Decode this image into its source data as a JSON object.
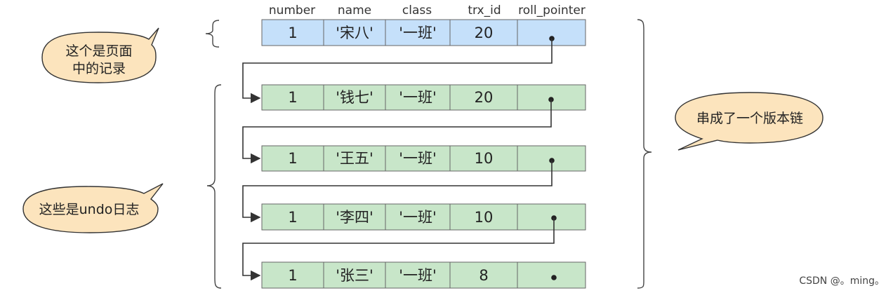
{
  "columns": [
    "number",
    "name",
    "class",
    "trx_id",
    "roll_pointer"
  ],
  "page_record": {
    "number": "1",
    "name": "'宋八'",
    "class": "'一班'",
    "trx_id": "20"
  },
  "undo_records": [
    {
      "number": "1",
      "name": "'钱七'",
      "class": "'一班'",
      "trx_id": "20"
    },
    {
      "number": "1",
      "name": "'王五'",
      "class": "'一班'",
      "trx_id": "10"
    },
    {
      "number": "1",
      "name": "'李四'",
      "class": "'一班'",
      "trx_id": "10"
    },
    {
      "number": "1",
      "name": "'张三'",
      "class": "'一班'",
      "trx_id": "8"
    }
  ],
  "callouts": {
    "page_record_line1": "这个是页面",
    "page_record_line2": "中的记录",
    "undo_log": "这些是undo日志",
    "version_chain": "串成了一个版本链"
  },
  "watermark": "CSDN @。ming。",
  "colors": {
    "page_record_fill": "#c5e0fa",
    "undo_record_fill": "#c8e6c9",
    "cell_stroke": "#666666",
    "callout_fill": "#fce4bd",
    "callout_stroke": "#333333"
  }
}
